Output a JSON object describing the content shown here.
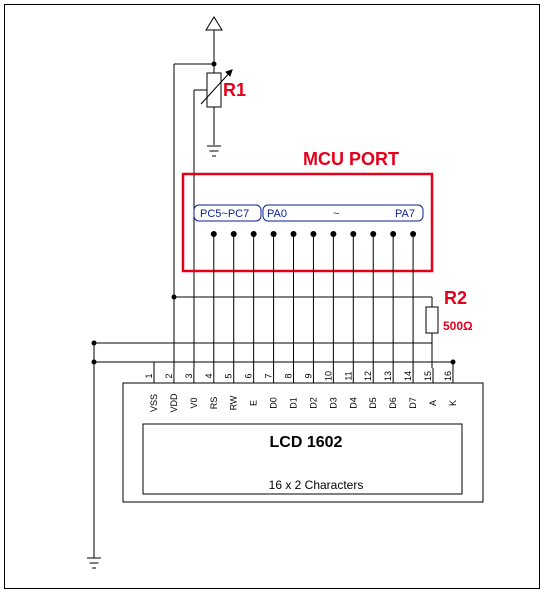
{
  "r1": {
    "label": "R1"
  },
  "r2": {
    "label": "R2",
    "value": "500Ω"
  },
  "mcu": {
    "title": "MCU PORT",
    "bus_left": "PC5~PC7",
    "bus_right_start": "PA0",
    "bus_right_sep": "~",
    "bus_right_end": "PA7"
  },
  "lcd": {
    "title": "LCD 1602",
    "subtitle": "16 x 2 Characters",
    "pins": [
      {
        "num": "1",
        "name": "VSS"
      },
      {
        "num": "2",
        "name": "VDD"
      },
      {
        "num": "3",
        "name": "V0"
      },
      {
        "num": "4",
        "name": "RS"
      },
      {
        "num": "5",
        "name": "RW"
      },
      {
        "num": "6",
        "name": "E"
      },
      {
        "num": "7",
        "name": "D0"
      },
      {
        "num": "8",
        "name": "D1"
      },
      {
        "num": "9",
        "name": "D2"
      },
      {
        "num": "10",
        "name": "D3"
      },
      {
        "num": "11",
        "name": "D4"
      },
      {
        "num": "12",
        "name": "D5"
      },
      {
        "num": "13",
        "name": "D6"
      },
      {
        "num": "14",
        "name": "D7"
      },
      {
        "num": "15",
        "name": "A"
      },
      {
        "num": "16",
        "name": "K"
      }
    ]
  },
  "colors": {
    "accent": "#e3001b",
    "bus_text": "#0b1f8f",
    "wire": "#000000"
  }
}
